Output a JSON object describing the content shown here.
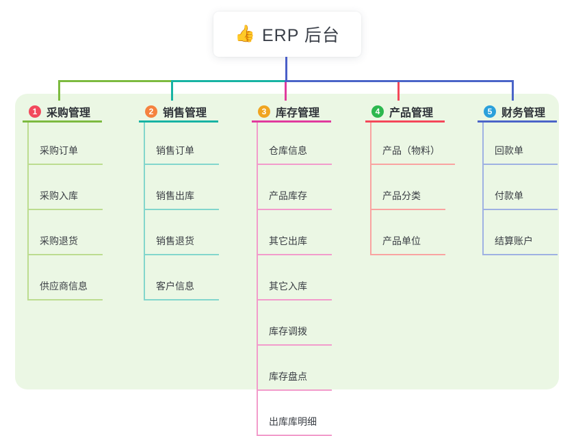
{
  "root": {
    "icon": "thumbs-up-icon",
    "icon_glyph": "👍",
    "title": "ERP 后台"
  },
  "palette": {
    "page_bg": "#FFFFFF",
    "canvas_bg": "#EBF7E4",
    "root_connector": "#4A5FC8",
    "title_text": "#2E3238",
    "item_text": "#3A3E44"
  },
  "branches": [
    {
      "index": "1",
      "label": "采购管理",
      "badge_color": "#F2495C",
      "line_color": "#7CBA3F",
      "line_light_color": "#BCDC8F",
      "items": [
        "采购订单",
        "采购入库",
        "采购退货",
        "供应商信息"
      ]
    },
    {
      "index": "2",
      "label": "销售管理",
      "badge_color": "#F5823F",
      "line_color": "#17B3A3",
      "line_light_color": "#82D6CC",
      "items": [
        "销售订单",
        "销售出库",
        "销售退货",
        "客户信息"
      ]
    },
    {
      "index": "3",
      "label": "库存管理",
      "badge_color": "#F0A420",
      "line_color": "#E03A9D",
      "line_light_color": "#F29BCB",
      "items": [
        "仓库信息",
        "产品库存",
        "其它出库",
        "其它入库",
        "库存调拨",
        "库存盘点",
        "出库库明细"
      ]
    },
    {
      "index": "4",
      "label": "产品管理",
      "badge_color": "#2DB84F",
      "line_color": "#F4475A",
      "line_light_color": "#F9A3A0",
      "items": [
        "产品（物料）",
        "产品分类",
        "产品单位"
      ]
    },
    {
      "index": "5",
      "label": "财务管理",
      "badge_color": "#2BA0DB",
      "line_color": "#4A64C8",
      "line_light_color": "#9EB1E2",
      "items": [
        "回款单",
        "付款单",
        "结算账户"
      ]
    }
  ]
}
